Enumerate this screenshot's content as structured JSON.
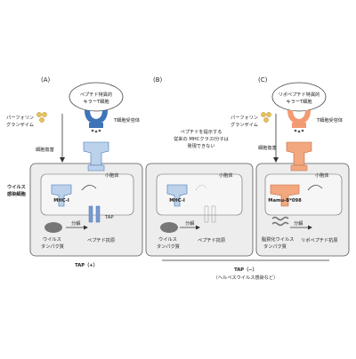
{
  "panels": [
    {
      "letter": "(A)",
      "killer_line1": "ペプチド特異的",
      "killer_line2": "キラーT細胞",
      "tcr_label": "T細胞受容体",
      "perforin": "パーフォリン",
      "granzyme": "グランザイム",
      "damage": "細胞傷害",
      "er": "小胞体",
      "mhc": "MHC-I",
      "tap": "TAP",
      "degrade": "分解",
      "protein_line1": "ウイルス",
      "protein_line2": "タンパク質",
      "peptide": "ペプチド抗原",
      "condition": "TAP（+）"
    },
    {
      "letter": "(B)",
      "note_line1": "ペプチドを提示する",
      "note_line2": "従来の MHCクラスI分子は",
      "note_line3": "発現できない",
      "er": "小胞体",
      "mhc": "MHC-I",
      "degrade": "分解",
      "protein_line1": "ウイルス",
      "protein_line2": "タンパク質",
      "peptide": "ペプチド抗原"
    },
    {
      "letter": "(C)",
      "killer_line1": "リポペプチド特異的",
      "killer_line2": "キラーT細胞",
      "tcr_label": "T細胞受容体",
      "perforin": "パーフォリン",
      "granzyme": "グランザイム",
      "damage": "細胞傷害",
      "er": "小胞体",
      "mhc": "Mamu-B*098",
      "degrade": "分解",
      "protein_line1": "脂質化ウイルス",
      "protein_line2": "タンパク質",
      "peptide": "リポペプチド抗原"
    }
  ],
  "side_label_line1": "ウイルス",
  "side_label_line2": "感染細胞",
  "condition_bc_line1": "TAP（−）",
  "condition_bc_line2": "（ヘルペスウイルス感染など）",
  "colors": {
    "tcr_blue": "#3f74b8",
    "mhc_blue": "#bcd2ea",
    "mhc_orange": "#f2a77f",
    "tcr_orange": "#f29b73",
    "perforin": "#e6c25a",
    "cell_fill": "#ededed",
    "er_fill": "#f6f6f6"
  }
}
